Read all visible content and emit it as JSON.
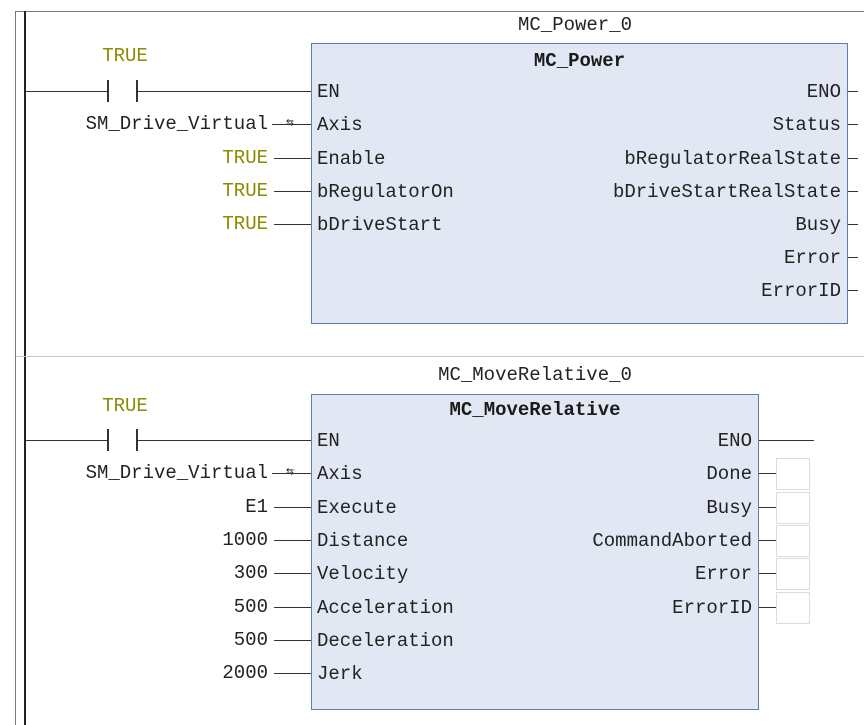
{
  "rung1": {
    "instance_name": "MC_Power_0",
    "block_type": "MC_Power",
    "contact_label": "TRUE",
    "inputs": [
      {
        "pin": "EN",
        "value": ""
      },
      {
        "pin": "Axis",
        "value": "SM_Drive_Virtual"
      },
      {
        "pin": "Enable",
        "value": "TRUE"
      },
      {
        "pin": "bRegulatorOn",
        "value": "TRUE"
      },
      {
        "pin": "bDriveStart",
        "value": "TRUE"
      }
    ],
    "outputs": [
      "ENO",
      "Status",
      "bRegulatorRealState",
      "bDriveStartRealState",
      "Busy",
      "Error",
      "ErrorID"
    ]
  },
  "rung2": {
    "instance_name": "MC_MoveRelative_0",
    "block_type": "MC_MoveRelative",
    "contact_label": "TRUE",
    "inputs": [
      {
        "pin": "EN",
        "value": ""
      },
      {
        "pin": "Axis",
        "value": "SM_Drive_Virtual"
      },
      {
        "pin": "Execute",
        "value": "E1"
      },
      {
        "pin": "Distance",
        "value": "1000"
      },
      {
        "pin": "Velocity",
        "value": "300"
      },
      {
        "pin": "Acceleration",
        "value": "500"
      },
      {
        "pin": "Deceleration",
        "value": "500"
      },
      {
        "pin": "Jerk",
        "value": "2000"
      }
    ],
    "outputs": [
      "ENO",
      "Done",
      "Busy",
      "CommandAborted",
      "Error",
      "ErrorID"
    ]
  },
  "colors": {
    "literal": "#8b8b00",
    "block_fill": "#e2e8f3",
    "block_border": "#5f7fa6"
  }
}
